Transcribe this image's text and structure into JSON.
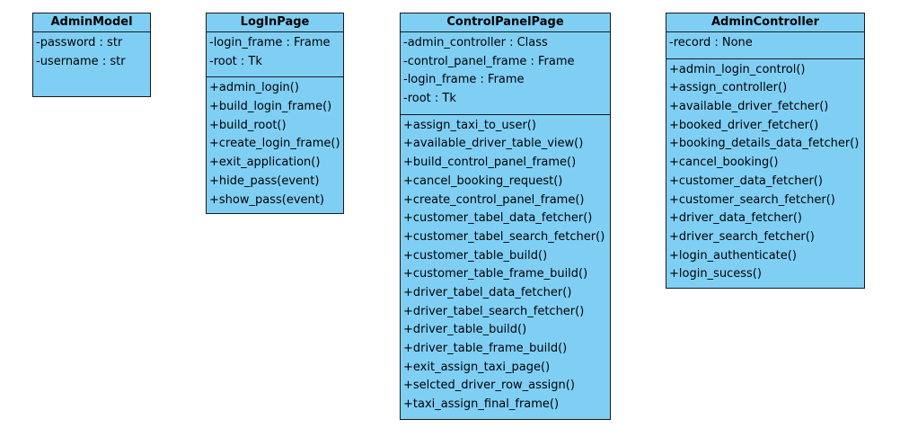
{
  "diagram": {
    "classes": [
      {
        "name": "AdminModel",
        "attributes": [
          "-password : str",
          "-username : str"
        ],
        "operations": []
      },
      {
        "name": "LogInPage",
        "attributes": [
          "-login_frame : Frame",
          "-root : Tk"
        ],
        "operations": [
          "+admin_login()",
          "+build_login_frame()",
          "+build_root()",
          "+create_login_frame()",
          "+exit_application()",
          "+hide_pass(event)",
          "+show_pass(event)"
        ]
      },
      {
        "name": "ControlPanelPage",
        "attributes": [
          "-admin_controller : Class",
          "-control_panel_frame : Frame",
          "-login_frame : Frame",
          "-root : Tk"
        ],
        "operations": [
          "+assign_taxi_to_user()",
          "+available_driver_table_view()",
          "+build_control_panel_frame()",
          "+cancel_booking_request()",
          "+create_control_panel_frame()",
          "+customer_tabel_data_fetcher()",
          "+customer_tabel_search_fetcher()",
          "+customer_table_build()",
          "+customer_table_frame_build()",
          "+driver_tabel_data_fetcher()",
          "+driver_tabel_search_fetcher()",
          "+driver_table_build()",
          "+driver_table_frame_build()",
          "+exit_assign_taxi_page()",
          "+selcted_driver_row_assign()",
          "+taxi_assign_final_frame()"
        ]
      },
      {
        "name": "AdminController",
        "attributes": [
          "-record : None"
        ],
        "operations": [
          "+admin_login_control()",
          "+assign_controller()",
          "+available_driver_fetcher()",
          "+booked_driver_fetcher()",
          "+booking_details_data_fetcher()",
          "+cancel_booking()",
          "+customer_data_fetcher()",
          "+customer_search_fetcher()",
          "+driver_data_fetcher()",
          "+driver_search_fetcher()",
          "+login_authenticate()",
          "+login_sucess()"
        ]
      }
    ],
    "colors": {
      "class_fill": "#7fcff5",
      "border": "#1a1a1a"
    }
  }
}
